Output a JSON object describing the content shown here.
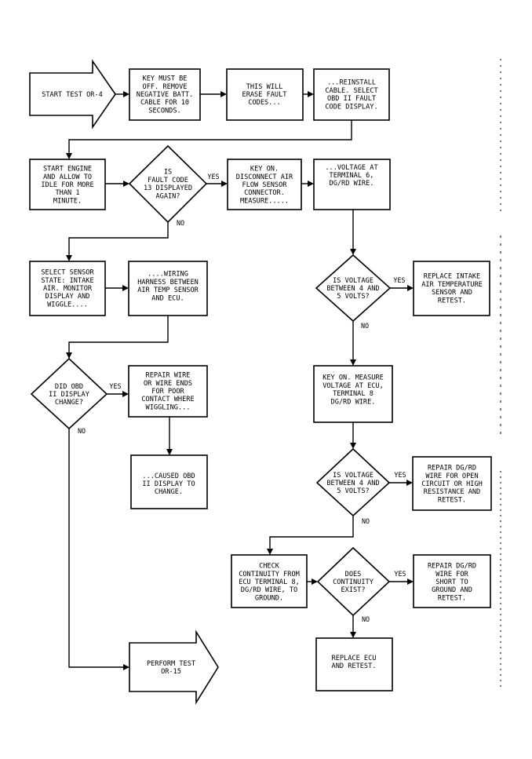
{
  "flowchart": {
    "nodes": {
      "start_test": {
        "lines": [
          "START TEST OR-4"
        ]
      },
      "key_off": {
        "lines": [
          "KEY MUST BE",
          "OFF. REMOVE",
          "NEGATIVE BATT.",
          "CABLE FOR 10",
          "SECONDS."
        ]
      },
      "erase_codes": {
        "lines": [
          "THIS WILL",
          "ERASE FAULT",
          "CODES..."
        ]
      },
      "reinstall_cable": {
        "lines": [
          "...REINSTALL",
          "CABLE. SELECT",
          "OBD II FAULT",
          "CODE DISPLAY."
        ]
      },
      "start_engine": {
        "lines": [
          "START ENGINE",
          "AND ALLOW TO",
          "IDLE FOR MORE",
          "THAN 1",
          "MINUTE."
        ]
      },
      "code13_decision": {
        "lines": [
          "IS",
          "FAULT CODE",
          "13 DISPLAYED",
          "AGAIN?"
        ]
      },
      "key_on_disconnect": {
        "lines": [
          "KEY ON.",
          "DISCONNECT AIR",
          "FLOW SENSOR",
          "CONNECTOR.",
          "MEASURE....."
        ]
      },
      "voltage_terminal": {
        "lines": [
          "...VOLTAGE AT",
          "TERMINAL 6,",
          "DG/RD WIRE."
        ]
      },
      "select_sensor": {
        "lines": [
          "SELECT SENSOR",
          "STATE: INTAKE",
          "AIR. MONITOR",
          "DISPLAY AND",
          "WIGGLE...."
        ]
      },
      "wiring_harness": {
        "lines": [
          "....WIRING",
          "HARNESS BETWEEN",
          "AIR TEMP SENSOR",
          "AND ECU."
        ]
      },
      "voltage_decision_1": {
        "lines": [
          "IS VOLTAGE",
          "BETWEEN 4 AND",
          "5 VOLTS?"
        ]
      },
      "replace_sensor": {
        "lines": [
          "REPLACE INTAKE",
          "AIR TEMPERATURE",
          "SENSOR AND",
          "RETEST."
        ]
      },
      "display_decision": {
        "lines": [
          "DID OBD",
          "II DISPLAY",
          "CHANGE?"
        ]
      },
      "repair_wire": {
        "lines": [
          "REPAIR WIRE",
          "OR WIRE ENDS",
          "FOR POOR",
          "CONTACT WHERE",
          "WIGGLING..."
        ]
      },
      "key_on_measure_ecu": {
        "lines": [
          "KEY ON. MEASURE",
          "VOLTAGE AT ECU,",
          "TERMINAL 8",
          "DG/RD WIRE."
        ]
      },
      "caused_change": {
        "lines": [
          "...CAUSED OBD",
          "II DISPLAY TO",
          "CHANGE."
        ]
      },
      "voltage_decision_2": {
        "lines": [
          "IS VOLTAGE",
          "BETWEEN 4 AND",
          "5 VOLTS?"
        ]
      },
      "repair_open": {
        "lines": [
          "REPAIR DG/RD",
          "WIRE FOR OPEN",
          "CIRCUIT OR HIGH",
          "RESISTANCE AND",
          "RETEST."
        ]
      },
      "check_continuity": {
        "lines": [
          "CHECK",
          "CONTINUITY FROM",
          "ECU TERMINAL 8,",
          "DG/RD WIRE, TO",
          "GROUND."
        ]
      },
      "continuity_decision": {
        "lines": [
          "DOES",
          "CONTINUITY",
          "EXIST?"
        ]
      },
      "repair_short": {
        "lines": [
          "REPAIR DG/RD",
          "WIRE FOR",
          "SHORT TO",
          "GROUND AND",
          "RETEST."
        ]
      },
      "perform_test": {
        "lines": [
          "PERFORM TEST",
          "OR-15"
        ]
      },
      "replace_ecu": {
        "lines": [
          "REPLACE ECU",
          "AND RETEST."
        ]
      }
    },
    "edge_labels": {
      "code13_yes": "YES",
      "code13_no": "NO",
      "volt1_yes": "YES",
      "volt1_no": "NO",
      "display_yes": "YES",
      "display_no": "NO",
      "volt2_yes": "YES",
      "volt2_no": "NO",
      "continuity_yes": "YES",
      "continuity_no": "NO"
    }
  }
}
